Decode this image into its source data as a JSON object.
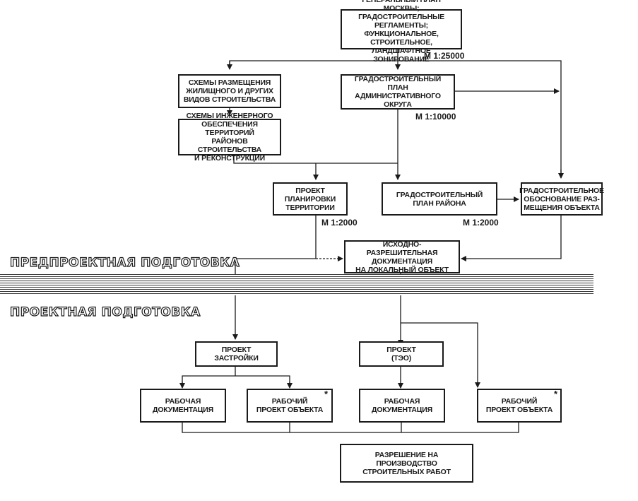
{
  "stages": {
    "pre_design": "ПРЕДПРОЕКТНАЯ ПОДГОТОВКА",
    "design": "ПРОЕКТНАЯ ПОДГОТОВКА"
  },
  "boxes": {
    "general_plan": "ГЕНЕРАЛЬНЫЙ ПЛАН МОСКВЫ;\nГРАДОСТРОИТЕЛЬНЫЕ РЕГЛАМЕНТЫ;\nФУНКЦИОНАЛЬНОЕ, СТРОИТЕЛЬНОЕ,\nЛАНДШАФТНОЕ ЗОНИРОВАНИЕ",
    "housing_schemes": "СХЕМЫ РАЗМЕЩЕНИЯ\nЖИЛИЩНОГО И ДРУГИХ\nВИДОВ СТРОИТЕЛЬСТВА",
    "engineering_schemes": "СХЕМЫ ИНЖЕНЕРНОГО\nОБЕСПЕЧЕНИЯ ТЕРРИТОРИЙ\nРАЙОНОВ СТРОИТЕЛЬСТВА\nИ РЕКОНСТРУКЦИИ",
    "district_plan": "ГРАДОСТРОИТЕЛЬНЫЙ ПЛАН\nАДМИНИСТРАТИВНОГО\nОКРУГА",
    "planning_project": "ПРОЕКТ\nПЛАНИРОВКИ\nТЕРРИТОРИИ",
    "area_plan": "ГРАДОСТРОИТЕЛЬНЫЙ\nПЛАН РАЙОНА",
    "placement_justification": "ГРАДОСТРОИТЕЛЬНОЕ\nОБОСНОВАНИЕ РАЗ-\nМЕЩЕНИЯ ОБЪЕКТА",
    "permit_docs": "ИСХОДНО-РАЗРЕШИТЕЛЬНАЯ\nДОКУМЕНТАЦИЯ\nНА ЛОКАЛЬНЫЙ ОБЪЕКТ",
    "development_project": "ПРОЕКТ\nЗАСТРОЙКИ",
    "feasibility_project": "ПРОЕКТ\n(ТЭО)",
    "working_docs_1": "РАБОЧАЯ\nДОКУМЕНТАЦИЯ",
    "working_project_1": "РАБОЧИЙ\nПРОЕКТ ОБЪЕКТА",
    "working_docs_2": "РАБОЧАЯ\nДОКУМЕНТАЦИЯ",
    "working_project_2": "РАБОЧИЙ\nПРОЕКТ ОБЪЕКТА",
    "construction_permit": "РАЗРЕШЕНИЕ НА ПРОИЗВОДСТВО\nСТРОИТЕЛЬНЫХ РАБОТ"
  },
  "scales": {
    "general": "М 1:25000",
    "district": "М 1:10000",
    "planning": "М 1:2000",
    "area": "М 1:2000"
  },
  "footnote_mark": "*"
}
